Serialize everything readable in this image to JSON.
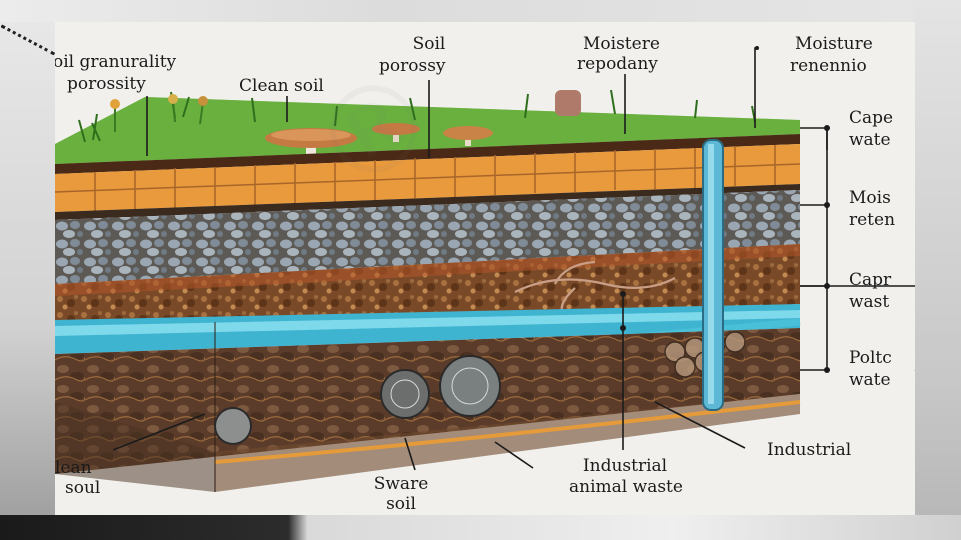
{
  "labels": {
    "soil_granularity": "oil granurality",
    "porossity": "porossity",
    "clean_soil_top": "Clean soil",
    "soil_porossy_1": "Soil",
    "soil_porossy_2": "porossy",
    "moistere_1": "Moistere",
    "moistere_2": "repodany",
    "moisture_ret_1": "Moisture",
    "moisture_ret_2": "renennio",
    "cape_1": "Cape",
    "cape_2": "wate",
    "mois_1": "Mois",
    "mois_2": "reten",
    "capr_1": "Capr",
    "capr_2": "wast",
    "polt_1": "Poltc",
    "polt_2": "wate",
    "industrial_right": "Industrial",
    "industrial_1": "Industrial",
    "industrial_2": "animal waste",
    "sware_1": "Sware",
    "sware_2": "soil",
    "clean_soul_1": "lean",
    "clean_soul_2": "soul"
  },
  "colors": {
    "grass": "#4f9b2f",
    "topsoil": "#6b3f22",
    "clay_brick": "#e89a3c",
    "gravel": "#7e8f9e",
    "subsoil": "#8a5530",
    "water": "#4cc1d9",
    "bedrock": "#6a4a36",
    "pipe": "#5db8d6"
  }
}
